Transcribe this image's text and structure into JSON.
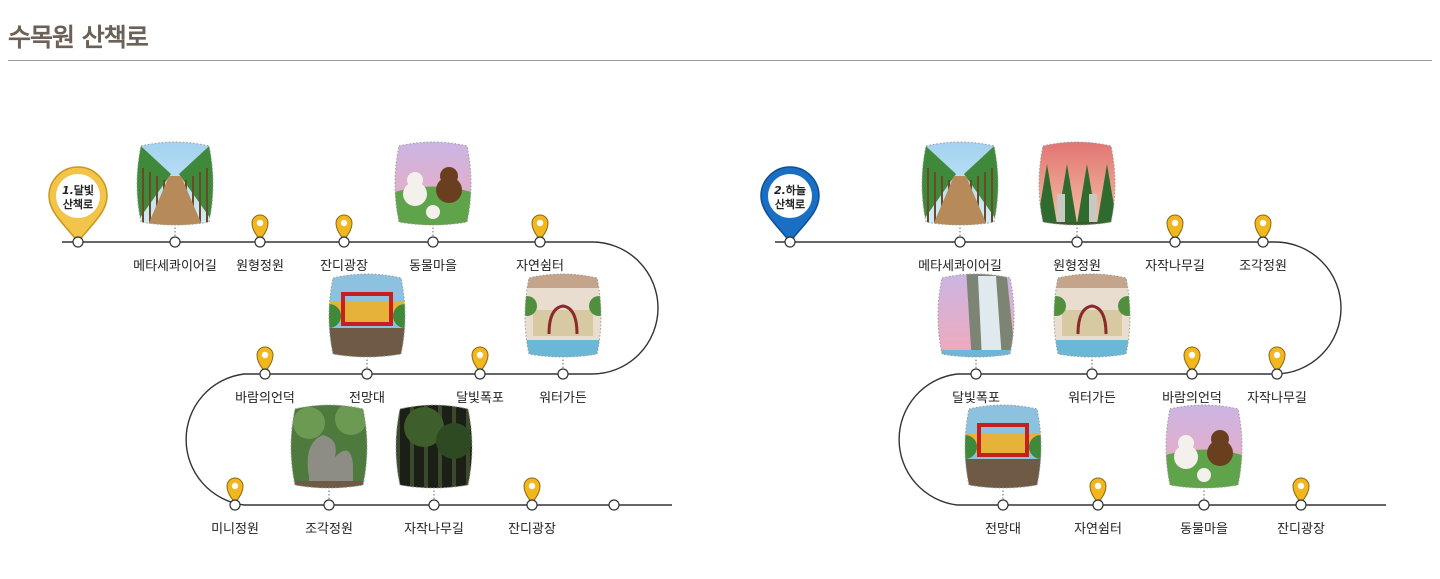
{
  "page": {
    "title": "수목원 산책로"
  },
  "colors": {
    "line": "#333333",
    "node_fill": "#ffffff",
    "marker": "#f2b71f",
    "marker_stroke": "#8a6a10",
    "trail1_pin": "#f3c44a",
    "trail2_pin": "#1a6fc4"
  },
  "trails": [
    {
      "pin_number": "1.",
      "pin_label_1": "달빛",
      "pin_label_2": "산책로",
      "stops": [
        {
          "label": "메타세콰이어길",
          "kind": "photo",
          "scene": "avenue"
        },
        {
          "label": "원형정원",
          "kind": "marker"
        },
        {
          "label": "잔디광장",
          "kind": "marker"
        },
        {
          "label": "동물마을",
          "kind": "photo",
          "scene": "animals"
        },
        {
          "label": "자연쉼터",
          "kind": "marker"
        },
        {
          "label": "워터가든",
          "kind": "photo",
          "scene": "garden"
        },
        {
          "label": "달빛폭포",
          "kind": "marker"
        },
        {
          "label": "전망대",
          "kind": "photo",
          "scene": "viewpoint"
        },
        {
          "label": "바람의언덕",
          "kind": "marker"
        },
        {
          "label": "미니정원",
          "kind": "marker"
        },
        {
          "label": "조각정원",
          "kind": "photo",
          "scene": "sculpture"
        },
        {
          "label": "자작나무길",
          "kind": "photo",
          "scene": "forest"
        },
        {
          "label": "잔디광장",
          "kind": "marker"
        },
        {
          "label": "",
          "kind": "node"
        }
      ]
    },
    {
      "pin_number": "2.",
      "pin_label_1": "하늘",
      "pin_label_2": "산책로",
      "stops": [
        {
          "label": "메타세콰이어길",
          "kind": "photo",
          "scene": "avenue"
        },
        {
          "label": "원형정원",
          "kind": "photo",
          "scene": "pines"
        },
        {
          "label": "자작나무길",
          "kind": "marker"
        },
        {
          "label": "조각정원",
          "kind": "marker"
        },
        {
          "label": "자작나무길",
          "kind": "marker"
        },
        {
          "label": "바람의언덕",
          "kind": "marker"
        },
        {
          "label": "워터가든",
          "kind": "photo",
          "scene": "garden"
        },
        {
          "label": "달빛폭포",
          "kind": "photo",
          "scene": "waterfall"
        },
        {
          "label": "전망대",
          "kind": "photo",
          "scene": "viewpoint"
        },
        {
          "label": "자연쉼터",
          "kind": "marker"
        },
        {
          "label": "동물마을",
          "kind": "photo",
          "scene": "animals"
        },
        {
          "label": "잔디광장",
          "kind": "marker"
        }
      ]
    }
  ]
}
